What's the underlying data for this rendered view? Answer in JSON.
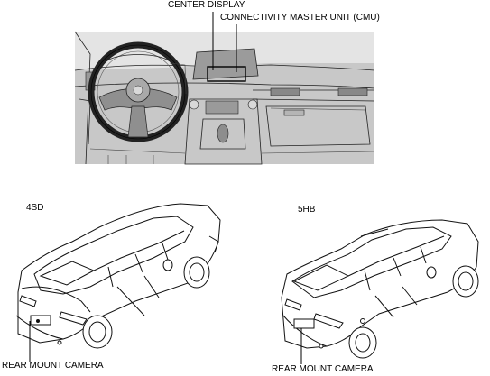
{
  "dashboard": {
    "center_display_label": "CENTER DISPLAY",
    "cmu_label": "CONNECTIVITY MASTER UNIT (CMU)"
  },
  "sedan": {
    "variant_label": "4SD",
    "camera_label": "REAR MOUNT CAMERA"
  },
  "hatchback": {
    "variant_label": "5HB",
    "camera_label": "REAR MOUNT CAMERA"
  }
}
